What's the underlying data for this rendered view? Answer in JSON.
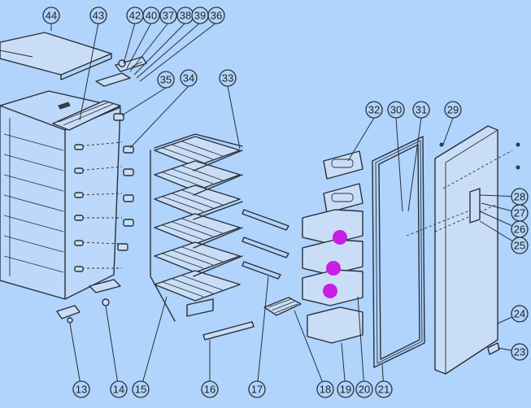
{
  "callouts": [
    {
      "id": "c44",
      "label": "44"
    },
    {
      "id": "c43",
      "label": "43"
    },
    {
      "id": "c42",
      "label": "42"
    },
    {
      "id": "c40",
      "label": "40"
    },
    {
      "id": "c37",
      "label": "37"
    },
    {
      "id": "c38",
      "label": "38"
    },
    {
      "id": "c39",
      "label": "39"
    },
    {
      "id": "c36",
      "label": "36"
    },
    {
      "id": "c35",
      "label": "35"
    },
    {
      "id": "c34",
      "label": "34"
    },
    {
      "id": "c33",
      "label": "33"
    },
    {
      "id": "c32",
      "label": "32"
    },
    {
      "id": "c30",
      "label": "30"
    },
    {
      "id": "c31",
      "label": "31"
    },
    {
      "id": "c29",
      "label": "29"
    },
    {
      "id": "c28",
      "label": "28"
    },
    {
      "id": "c27",
      "label": "27"
    },
    {
      "id": "c26",
      "label": "26"
    },
    {
      "id": "c25",
      "label": "25"
    },
    {
      "id": "c24",
      "label": "24"
    },
    {
      "id": "c23",
      "label": "23"
    },
    {
      "id": "c13",
      "label": "13"
    },
    {
      "id": "c14",
      "label": "14"
    },
    {
      "id": "c15",
      "label": "15"
    },
    {
      "id": "c16",
      "label": "16"
    },
    {
      "id": "c17",
      "label": "17"
    },
    {
      "id": "c18",
      "label": "18"
    },
    {
      "id": "c19",
      "label": "19"
    },
    {
      "id": "c20",
      "label": "20"
    },
    {
      "id": "c21",
      "label": "21"
    }
  ],
  "colors": {
    "background": "#b0d4fb",
    "marker": "#c81ee6",
    "line": "#2a2f3a"
  },
  "markers": [
    "door-bin-marker-1",
    "door-bin-marker-2",
    "door-bin-marker-3"
  ]
}
